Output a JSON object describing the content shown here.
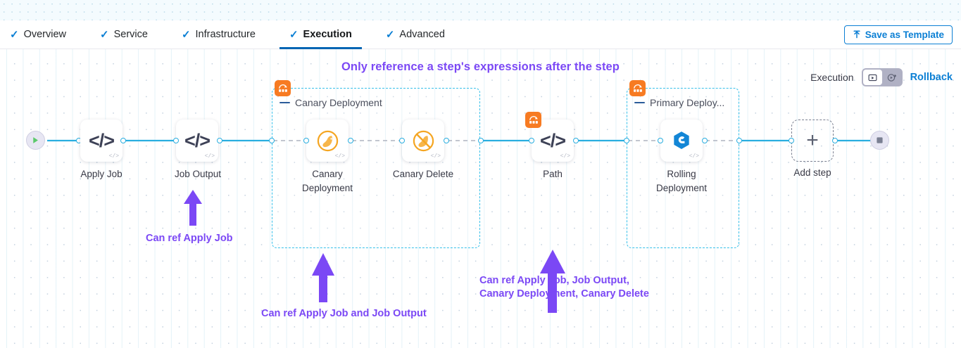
{
  "tabs": [
    {
      "label": "Overview",
      "icon": "check-icon",
      "active": false
    },
    {
      "label": "Service",
      "icon": "check-icon",
      "active": false
    },
    {
      "label": "Infrastructure",
      "icon": "check-icon",
      "active": false
    },
    {
      "label": "Execution",
      "icon": "check-icon",
      "active": true
    },
    {
      "label": "Advanced",
      "icon": "check-icon",
      "active": false
    }
  ],
  "toolbar": {
    "save_template_label": "Save as Template",
    "save_template_icon": "upload-icon"
  },
  "headline": "Only reference a step's expressions after the step",
  "exec_bar": {
    "label": "Execution",
    "toggle_left_icon": "normal-execution-icon",
    "toggle_right_icon": "rollback-execution-icon",
    "toggle_selected": "left",
    "rollback_label": "Rollback"
  },
  "pipeline": {
    "start_icon": "play-icon",
    "end_icon": "stop-icon",
    "add_step_label": "Add step",
    "add_step_icon": "plus-icon",
    "nodes": [
      {
        "id": "apply-job",
        "label": "Apply Job",
        "icon": "code-icon"
      },
      {
        "id": "job-output",
        "label": "Job Output",
        "icon": "code-icon"
      },
      {
        "id": "canary-deployment",
        "label": "Canary\nDeployment",
        "icon": "canary-icon"
      },
      {
        "id": "canary-delete",
        "label": "Canary Delete",
        "icon": "canary-delete-icon"
      },
      {
        "id": "path",
        "label": "Path",
        "icon": "code-icon",
        "badge": "step-group-icon"
      },
      {
        "id": "rolling-deployment",
        "label": "Rolling\nDeployment",
        "icon": "rolling-deployment-icon"
      }
    ],
    "groups": [
      {
        "id": "canary-deployment-group",
        "name": "Canary Deployment",
        "badge": "step-group-icon"
      },
      {
        "id": "primary-deployment-group",
        "name": "Primary Deploy...",
        "badge": "step-group-icon"
      }
    ]
  },
  "annotations": [
    {
      "id": "annot-job-output",
      "text": "Can ref Apply Job"
    },
    {
      "id": "annot-canary-deployment",
      "text": "Can ref Apply Job and Job Output"
    },
    {
      "id": "annot-path",
      "text": "Can ref Apply Job, Job Output,\nCanary Deployment, Canary Delete"
    }
  ],
  "colors": {
    "accent_blue": "#0b7fd4",
    "wire_blue": "#2aaee0",
    "group_border": "#36c0ea",
    "annotation_purple": "#7b48f5",
    "badge_orange": "#f77b22",
    "canary_orange": "#f5a623",
    "rolling_blue": "#1386d6"
  }
}
